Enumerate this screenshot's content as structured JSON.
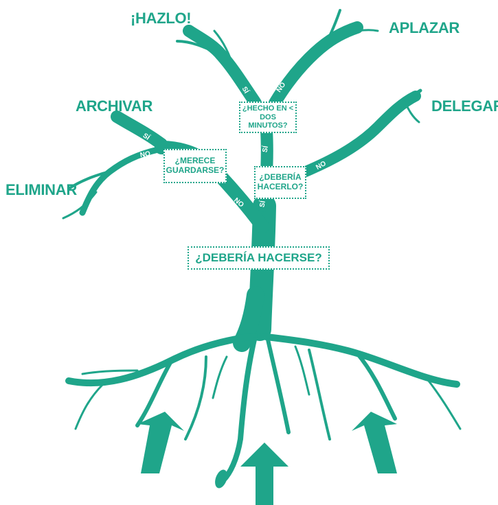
{
  "outcomes": {
    "hazlo": "¡HAZLO!",
    "aplazar": "APLAZAR",
    "archivar": "ARCHIVAR",
    "delegar": "DELEGAR",
    "eliminar": "ELIMINAR"
  },
  "questions": {
    "deberia_hacerse": "¿DEBERÍA HACERSE?",
    "merece_guardarse_1": "¿MERECE",
    "merece_guardarse_2": "GUARDARSE?",
    "deberia_hacerlo_1": "¿DEBERÍA",
    "deberia_hacerlo_2": "HACERLO?",
    "hecho_en_1": "¿HECHO EN <",
    "hecho_en_2": "DOS MINUTOS?"
  },
  "edges": {
    "yes": "SÍ",
    "no": "NO"
  },
  "colors": {
    "tree": "#1fa58a"
  }
}
